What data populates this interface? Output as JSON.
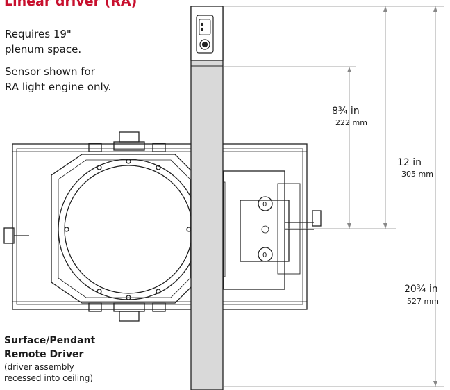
{
  "heading": "Linear driver (RA)",
  "notes": {
    "line1": "Requires 19\"",
    "line2": "plenum space.",
    "line3": "Sensor shown for",
    "line4": "RA light engine only."
  },
  "dimensions": [
    {
      "inches": "8¾ in",
      "mm": "222 mm"
    },
    {
      "inches": "12 in",
      "mm": "305 mm"
    },
    {
      "inches": "20¾ in",
      "mm": "527 mm"
    }
  ],
  "caption": {
    "line1": "Surface/Pendant",
    "line2": "Remote Driver",
    "line3": "(driver assembly",
    "line4": "recessed into ceiling)"
  },
  "colors": {
    "heading": "#c8102e",
    "housing": "#d9d9d9",
    "line": "#222222",
    "dimension_line": "#888888"
  }
}
